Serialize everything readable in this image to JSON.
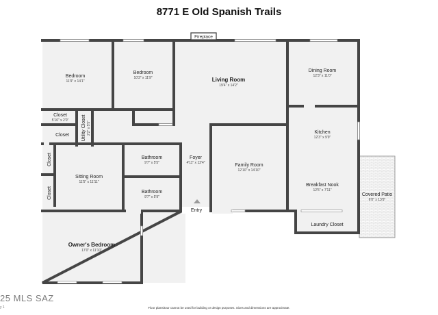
{
  "title": "8771 E Old Spanish Trails",
  "watermark": "25 MLS SAZ",
  "watermark_sub": "y 1",
  "disclaimer": "Floor plans/tour cannot be used for building or design purposes. Sizes and dimensions are approximate.",
  "fireplace": "Fireplace",
  "entry": "Entry",
  "rooms": {
    "bedroom_a": {
      "name": "Bedroom",
      "dim": "11'9\" x 14'1\""
    },
    "bedroom_b": {
      "name": "Bedroom",
      "dim": "10'3\" x 11'9\""
    },
    "living": {
      "name": "Living Room",
      "dim": "19'4\" x 14'2\""
    },
    "dining": {
      "name": "Dining Room",
      "dim": "12'3\" x 11'0\""
    },
    "closet_a": {
      "name": "Closet",
      "dim": "5'10\" x 2'0\""
    },
    "closet_b": {
      "name": "Closet"
    },
    "utility": {
      "name": "Utility Closet",
      "dim": "2'2\" x 5'5\""
    },
    "kitchen": {
      "name": "Kitchen",
      "dim": "12'3\" x 9'9\""
    },
    "bath_a": {
      "name": "Bathroom",
      "dim": "9'7\" x 5'5\""
    },
    "foyer": {
      "name": "Foyer",
      "dim": "4'11\" x 12'4\""
    },
    "family": {
      "name": "Family Room",
      "dim": "12'10\" x 14'10\""
    },
    "closet_c": {
      "name": "Closet"
    },
    "sitting": {
      "name": "Sitting Room",
      "dim": "11'5\" x 11'11\""
    },
    "closet_d": {
      "name": "Closet"
    },
    "bath_b": {
      "name": "Bathroom",
      "dim": "9'7\" x 5'9\""
    },
    "breakfast": {
      "name": "Breakfast Nook",
      "dim": "12'5\" x 7'11\""
    },
    "patio": {
      "name": "Covered Patio",
      "dim": "6'0\" x 13'9\""
    },
    "laundry": {
      "name": "Laundry Closet"
    },
    "owners": {
      "name": "Owner's Bedroom",
      "dim": "17'0\" x 11'10\""
    }
  }
}
